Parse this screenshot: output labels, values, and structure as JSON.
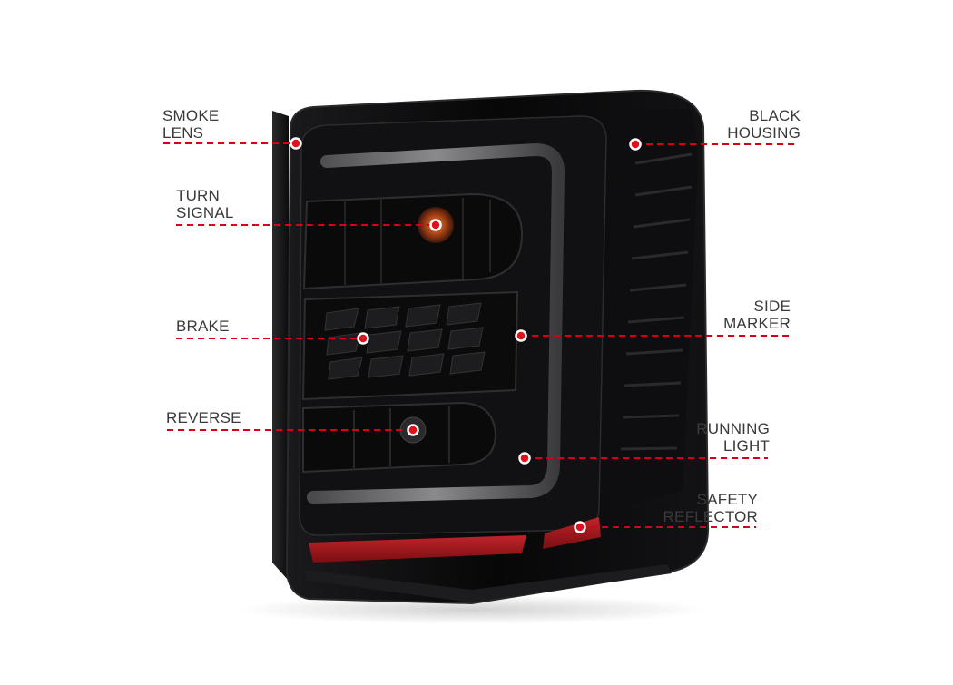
{
  "colors": {
    "callout_line": "#d0021b",
    "callout_dot": "#e0101c",
    "label_text": "#3a3a3a",
    "housing": "#0b0b0c",
    "reflector": "#9e1419"
  },
  "product": {
    "name": "smoked-black-led-tail-light",
    "icon": "tail-light-illustration"
  },
  "callouts": {
    "smoke_lens": {
      "line1": "SMOKE",
      "line2": "LENS"
    },
    "turn_signal": {
      "line1": "TURN",
      "line2": "SIGNAL"
    },
    "brake": {
      "line1": "BRAKE"
    },
    "reverse": {
      "line1": "REVERSE"
    },
    "black_housing": {
      "line1": "BLACK",
      "line2": "HOUSING"
    },
    "side_marker": {
      "line1": "SIDE",
      "line2": "MARKER"
    },
    "running_light": {
      "line1": "RUNNING",
      "line2": "LIGHT"
    },
    "safety_reflector": {
      "line1": "SAFETY",
      "line2": "REFLECTOR"
    }
  }
}
